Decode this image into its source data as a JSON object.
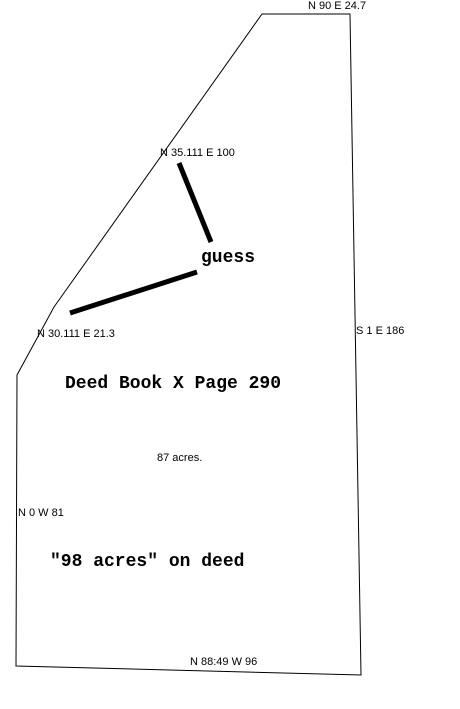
{
  "plat": {
    "bearings": {
      "top": "N 90 E 24.7",
      "upper_diagonal": "N 35.111 E 100",
      "lower_diagonal": "N 30.111 E 21.3",
      "right": "S 1 E 186",
      "left": "N 0 W 81",
      "bottom": "N 88:49 W 96"
    },
    "guess_label": "guess",
    "deed_reference": "Deed Book X Page 290",
    "computed_area": "87 acres.",
    "deed_area_note": "\"98 acres\" on deed"
  },
  "colors": {
    "ink": "#000000",
    "background": "#ffffff"
  }
}
